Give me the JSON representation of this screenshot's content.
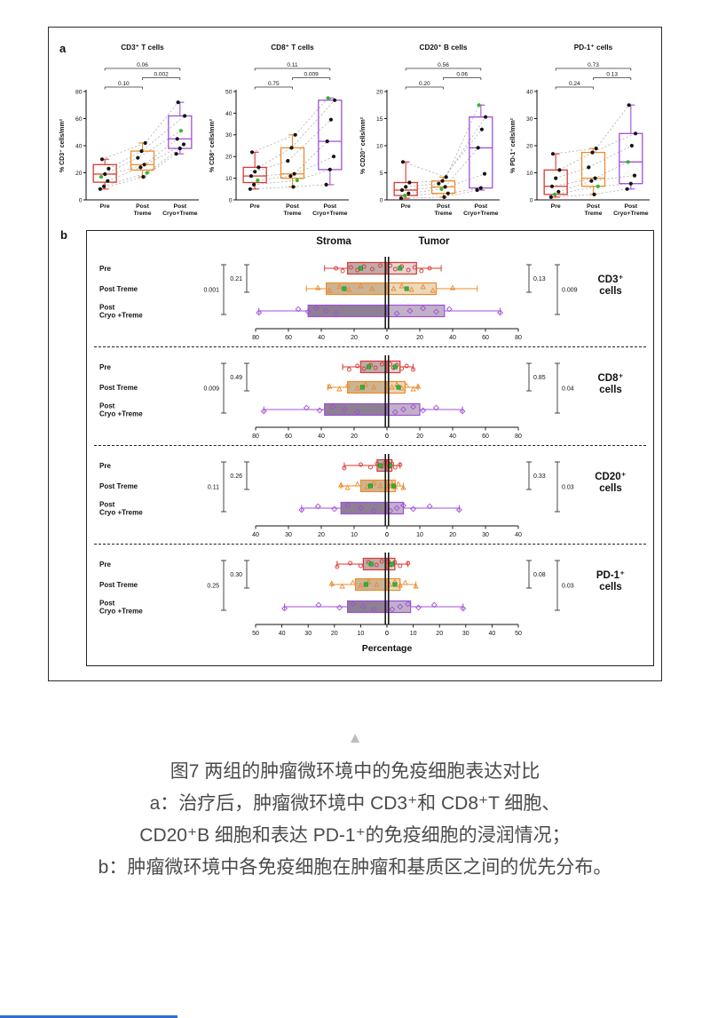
{
  "page": {
    "caption": {
      "line1": "图7 两组的肿瘤微环境中的免疫细胞表达对比",
      "line2": "a：治疗后，肿瘤微环境中 CD3⁺和 CD8⁺T 细胞、",
      "line3": "CD20⁺B 细胞和表达 PD-1⁺的免疫细胞的浸润情况；",
      "line4": "b：肿瘤微环境中各免疫细胞在肿瘤和基质区之间的优先分布。"
    },
    "icons": {
      "collapse_arrow": "▲"
    }
  },
  "figure": {
    "panel_a_label": "a",
    "panel_b_label": "b",
    "panel_b": {
      "stroma_header": "Stroma",
      "tumor_header": "Tumor",
      "xlabel": "Percentage"
    }
  },
  "colors": {
    "pre": "#d93a32",
    "post_treme": "#ef8b2b",
    "post_cryo": "#a050d8",
    "green": "#2eb82e",
    "point_black": "#141414",
    "axis_black": "#111111",
    "stroma_fills": [
      "#bfabab",
      "#ccb394",
      "#8d8093"
    ],
    "tumor_fills": [
      "#e4d4d4",
      "#ead9bd",
      "#c0b1c9"
    ],
    "caption_gray": "#4a4a4a",
    "accent_blue": "#2e6fd6",
    "arrow_gray": "#bdbdbd"
  },
  "chart_data": [
    {
      "type": "box",
      "title": "CD3⁺ T cells",
      "ylabel": "% CD3⁺ cells/mm²",
      "ymax": 80,
      "yticks": [
        0,
        20,
        40,
        60,
        80
      ],
      "groups": [
        {
          "label": "Pre",
          "color_key": "pre",
          "box": {
            "min": 8,
            "q1": 13,
            "med": 19,
            "q3": 26,
            "max": 30
          },
          "points": [
            8,
            10,
            14,
            17,
            19,
            23,
            30
          ],
          "green_index": 3
        },
        {
          "label": "Post\nTreme",
          "color_key": "post_treme",
          "box": {
            "min": 17,
            "q1": 22,
            "med": 26,
            "q3": 36,
            "max": 42
          },
          "points": [
            17,
            20,
            24,
            26,
            31,
            36,
            42
          ],
          "green_index": 1
        },
        {
          "label": "Post\nCryo+Treme",
          "color_key": "post_cryo",
          "box": {
            "min": 34,
            "q1": 38,
            "med": 45,
            "q3": 62,
            "max": 72
          },
          "points": [
            34,
            38,
            41,
            45,
            51,
            62,
            72
          ],
          "green_index": 4
        }
      ],
      "comparisons": [
        {
          "from": 0,
          "to": 1,
          "p": "0.10"
        },
        {
          "from": 1,
          "to": 2,
          "p": "0.002"
        },
        {
          "from": 0,
          "to": 2,
          "p": "0.06"
        }
      ]
    },
    {
      "type": "box",
      "title": "CD8⁺ T cells",
      "ylabel": "% CD8⁺ cells/mm²",
      "ymax": 50,
      "yticks": [
        0,
        10,
        20,
        30,
        40,
        50
      ],
      "groups": [
        {
          "label": "Pre",
          "color_key": "pre",
          "box": {
            "min": 5,
            "q1": 8,
            "med": 11,
            "q3": 15,
            "max": 22
          },
          "points": [
            5,
            7,
            9,
            11,
            13,
            15,
            22
          ],
          "green_index": 2
        },
        {
          "label": "Post\nTreme",
          "color_key": "post_treme",
          "box": {
            "min": 6,
            "q1": 10,
            "med": 12,
            "q3": 24,
            "max": 30
          },
          "points": [
            6,
            9,
            11,
            12,
            18,
            24,
            30
          ],
          "green_index": 1
        },
        {
          "label": "Post\nCryo+Treme",
          "color_key": "post_cryo",
          "box": {
            "min": 7,
            "q1": 14,
            "med": 27,
            "q3": 46,
            "max": 47
          },
          "points": [
            7,
            14,
            20,
            27,
            37,
            46,
            47
          ],
          "green_index": 6
        }
      ],
      "comparisons": [
        {
          "from": 0,
          "to": 1,
          "p": "0.75"
        },
        {
          "from": 1,
          "to": 2,
          "p": "0.009"
        },
        {
          "from": 0,
          "to": 2,
          "p": "0.11"
        }
      ]
    },
    {
      "type": "box",
      "title": "CD20⁺ B cells",
      "ylabel": "% CD20⁺ cells/mm²",
      "ymax": 20,
      "yticks": [
        0,
        5,
        10,
        15,
        20
      ],
      "groups": [
        {
          "label": "Pre",
          "color_key": "pre",
          "box": {
            "min": 0.3,
            "q1": 0.8,
            "med": 1.8,
            "q3": 3.2,
            "max": 7
          },
          "points": [
            0.3,
            0.8,
            1.2,
            1.8,
            2.4,
            3.2,
            7
          ],
          "green_index": 1
        },
        {
          "label": "Post\nTreme",
          "color_key": "post_treme",
          "box": {
            "min": 0.5,
            "q1": 1.2,
            "med": 2.4,
            "q3": 3.5,
            "max": 4.2
          },
          "points": [
            0.5,
            1.2,
            2,
            2.4,
            3,
            3.5,
            4.2
          ],
          "green_index": 2
        },
        {
          "label": "Post\nCryo+Treme",
          "color_key": "post_cryo",
          "box": {
            "min": 1.8,
            "q1": 2.2,
            "med": 9.6,
            "q3": 15.3,
            "max": 17.5
          },
          "points": [
            1.8,
            2.2,
            4.8,
            9.6,
            13,
            15.3,
            17.5
          ],
          "green_index": 6
        }
      ],
      "comparisons": [
        {
          "from": 0,
          "to": 1,
          "p": "0.20"
        },
        {
          "from": 1,
          "to": 2,
          "p": "0.06"
        },
        {
          "from": 0,
          "to": 2,
          "p": "0.56"
        }
      ]
    },
    {
      "type": "box",
      "title": "PD-1⁺ cells",
      "ylabel": "% PD-1⁺ cells/mm²",
      "ymax": 40,
      "yticks": [
        0,
        10,
        20,
        30,
        40
      ],
      "groups": [
        {
          "label": "Pre",
          "color_key": "pre",
          "box": {
            "min": 1,
            "q1": 2,
            "med": 5,
            "q3": 11,
            "max": 17
          },
          "points": [
            1,
            2,
            3,
            5,
            8,
            11,
            17
          ],
          "green_index": 1
        },
        {
          "label": "Post\nTreme",
          "color_key": "post_treme",
          "box": {
            "min": 2,
            "q1": 5,
            "med": 8,
            "q3": 17.5,
            "max": 19
          },
          "points": [
            2,
            5,
            7,
            8,
            12,
            17.5,
            19
          ],
          "green_index": 1
        },
        {
          "label": "Post\nCryo+Treme",
          "color_key": "post_cryo",
          "box": {
            "min": 4,
            "q1": 6,
            "med": 14,
            "q3": 24.5,
            "max": 35
          },
          "points": [
            4,
            6,
            9,
            14,
            20,
            24.5,
            35
          ],
          "green_index": 3
        }
      ],
      "comparisons": [
        {
          "from": 0,
          "to": 1,
          "p": "0.24"
        },
        {
          "from": 1,
          "to": 2,
          "p": "0.13"
        },
        {
          "from": 0,
          "to": 2,
          "p": "0.73"
        }
      ]
    },
    {
      "type": "butterfly",
      "marker": "CD3⁺",
      "marker_line2": "cells",
      "xmax": 80,
      "xstep": 20,
      "rows": [
        {
          "label": "Pre",
          "color_key": "pre",
          "stroma": {
            "bar": 24,
            "whisker": 38,
            "points": [
              4,
              9,
              14,
              18,
              22,
              27,
              31
            ]
          },
          "tumor": {
            "bar": 18,
            "whisker": 33,
            "points": [
              2,
              5,
              9,
              13,
              17,
              21,
              26
            ]
          },
          "green_stroma": 16,
          "green_tumor": 8
        },
        {
          "label": "Post Treme",
          "color_key": "post_treme",
          "stroma": {
            "bar": 37,
            "whisker": 49,
            "points": [
              9,
              16,
              23,
              29,
              35,
              42
            ]
          },
          "tumor": {
            "bar": 30,
            "whisker": 55,
            "points": [
              4,
              9,
              15,
              22,
              28,
              40
            ]
          },
          "green_stroma": 26,
          "green_tumor": 12
        },
        {
          "label": "Post\nCryo +Treme",
          "color_key": "post_cryo",
          "stroma": {
            "bar": 48,
            "whisker": 78,
            "points": [
              31,
              37,
              43,
              48,
              54,
              78
            ]
          },
          "tumor": {
            "bar": 35,
            "whisker": 69,
            "points": [
              6,
              14,
              22,
              30,
              38,
              69
            ]
          },
          "green_stroma": null,
          "green_tumor": null
        }
      ],
      "p_left": [
        "0.21",
        "0.001"
      ],
      "p_right": [
        "0.13",
        "0.009"
      ]
    },
    {
      "type": "butterfly",
      "marker": "CD8⁺",
      "marker_line2": "cells",
      "xmax": 80,
      "xstep": 20,
      "rows": [
        {
          "label": "Pre",
          "color_key": "pre",
          "stroma": {
            "bar": 16,
            "whisker": 27,
            "points": [
              3,
              7,
              10,
              14,
              18,
              23
            ]
          },
          "tumor": {
            "bar": 8,
            "whisker": 16,
            "points": [
              2,
              4,
              6,
              9,
              12,
              16
            ]
          },
          "green_stroma": 11,
          "green_tumor": 5
        },
        {
          "label": "Post Treme",
          "color_key": "post_treme",
          "stroma": {
            "bar": 24,
            "whisker": 36,
            "points": [
              8,
              13,
              18,
              24,
              29,
              35
            ]
          },
          "tumor": {
            "bar": 11,
            "whisker": 19,
            "points": [
              3,
              6,
              9,
              12,
              16,
              19
            ]
          },
          "green_stroma": 15,
          "green_tumor": 7
        },
        {
          "label": "Post\nCryo +Treme",
          "color_key": "post_cryo",
          "stroma": {
            "bar": 38,
            "whisker": 75,
            "points": [
              18,
              26,
              33,
              41,
              49,
              75
            ]
          },
          "tumor": {
            "bar": 20,
            "whisker": 46,
            "points": [
              5,
              10,
              16,
              22,
              30,
              46
            ]
          },
          "green_stroma": null,
          "green_tumor": null
        }
      ],
      "p_left": [
        "0.49",
        "0.009"
      ],
      "p_right": [
        "0.85",
        "0.04"
      ]
    },
    {
      "type": "butterfly",
      "marker": "CD20⁺",
      "marker_line2": "cells",
      "xmax": 40,
      "xstep": 10,
      "rows": [
        {
          "label": "Pre",
          "color_key": "pre",
          "stroma": {
            "bar": 3,
            "whisker": 13,
            "points": [
              0.5,
              1.5,
              3,
              5,
              8,
              13
            ]
          },
          "tumor": {
            "bar": 1.5,
            "whisker": 4,
            "points": [
              0.3,
              0.8,
              1.5,
              2.5,
              4
            ]
          },
          "green_stroma": 2,
          "green_tumor": 1
        },
        {
          "label": "Post Treme",
          "color_key": "post_treme",
          "stroma": {
            "bar": 8,
            "whisker": 14,
            "points": [
              2,
              4,
              6,
              9,
              12,
              14
            ]
          },
          "tumor": {
            "bar": 2.5,
            "whisker": 5,
            "points": [
              0.5,
              1.5,
              2.5,
              3.5,
              5
            ]
          },
          "green_stroma": 5,
          "green_tumor": 2
        },
        {
          "label": "Post\nCryo +Treme",
          "color_key": "post_cryo",
          "stroma": {
            "bar": 14,
            "whisker": 26,
            "points": [
              4,
              8,
              12,
              16,
              21,
              26
            ]
          },
          "tumor": {
            "bar": 5,
            "whisker": 22,
            "points": [
              1,
              3,
              5,
              8,
              13,
              22
            ]
          },
          "green_stroma": null,
          "green_tumor": null
        }
      ],
      "p_left": [
        "0.26",
        "0.11"
      ],
      "p_right": [
        "0.33",
        "0.03"
      ]
    },
    {
      "type": "butterfly",
      "marker": "PD-1⁺",
      "marker_line2": "cells",
      "xmax": 50,
      "xstep": 10,
      "xlabel": "Percentage",
      "rows": [
        {
          "label": "Pre",
          "color_key": "pre",
          "stroma": {
            "bar": 9,
            "whisker": 19,
            "points": [
              2,
              4,
              7,
              10,
              14,
              19
            ]
          },
          "tumor": {
            "bar": 3,
            "whisker": 8,
            "points": [
              0.5,
              1.5,
              3,
              5,
              8
            ]
          },
          "green_stroma": 6,
          "green_tumor": 2
        },
        {
          "label": "Post Treme",
          "color_key": "post_treme",
          "stroma": {
            "bar": 12,
            "whisker": 21,
            "points": [
              4,
              7,
              10,
              13,
              17,
              21
            ]
          },
          "tumor": {
            "bar": 5,
            "whisker": 11,
            "points": [
              1,
              3,
              5,
              7,
              11
            ]
          },
          "green_stroma": 8,
          "green_tumor": 3
        },
        {
          "label": "Post\nCryo +Treme",
          "color_key": "post_cryo",
          "stroma": {
            "bar": 15,
            "whisker": 39,
            "points": [
              5,
              9,
              13,
              18,
              26,
              39
            ]
          },
          "tumor": {
            "bar": 9,
            "whisker": 29,
            "points": [
              2,
              5,
              8,
              12,
              18,
              29
            ]
          },
          "green_stroma": null,
          "green_tumor": null
        }
      ],
      "p_left": [
        "0.30",
        "0.25"
      ],
      "p_right": [
        "0.08",
        "0.03"
      ]
    }
  ]
}
